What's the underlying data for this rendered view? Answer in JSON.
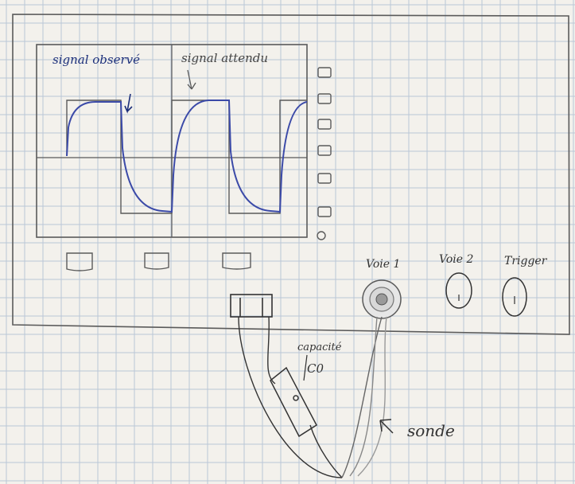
{
  "labels": {
    "signal_observe": "signal observé",
    "signal_attendu": "signal attendu",
    "voie1": "Voie 1",
    "voie2": "Voie 2",
    "trigger": "Trigger",
    "capacite": "capacité",
    "c0": "C0",
    "sonde": "sonde"
  },
  "colors": {
    "paper": "#f3f1ec",
    "grid": "#b9c6d6",
    "pencil": "#5a5a5a",
    "blue_ink": "#3b4aa8",
    "dark_blue": "#1c2f7a"
  }
}
